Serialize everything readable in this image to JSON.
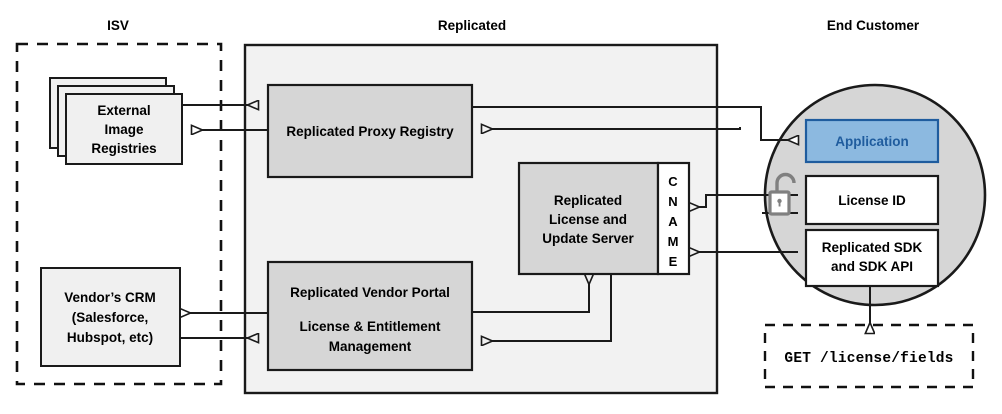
{
  "diagram": {
    "title_isv": "ISV",
    "title_replicated": "Replicated",
    "title_end_customer": "End Customer",
    "colors": {
      "group_fill": "#f2f2f2",
      "box_fill": "#d6d6d6",
      "light_box_fill": "#f0f0f0",
      "white_fill": "#ffffff",
      "circle_fill": "#d6d6d6",
      "app_fill": "#8cb9e0",
      "app_border": "#1f5c9e",
      "app_text": "#1f5c9e",
      "stroke": "#1a1a1a",
      "lock_color": "#808080"
    }
  },
  "isv": {
    "external_registries": {
      "line1": "External",
      "line2": "Image",
      "line3": "Registries"
    },
    "vendor_crm": {
      "line1": "Vendor’s CRM",
      "line2": "(Salesforce,",
      "line3": "Hubspot, etc)"
    }
  },
  "replicated": {
    "proxy_registry": {
      "label": "Replicated Proxy Registry"
    },
    "license_update_server": {
      "line1": "Replicated",
      "line2": "License and",
      "line3": "Update Server"
    },
    "cname": {
      "label": "CNAME",
      "letters": [
        "C",
        "N",
        "A",
        "M",
        "E"
      ]
    },
    "vendor_portal": {
      "line1": "Replicated Vendor Portal",
      "line2": "License & Entitlement",
      "line3": "Management"
    }
  },
  "end_customer": {
    "application": {
      "label": "Application"
    },
    "license_id": {
      "label": "License ID"
    },
    "sdk": {
      "line1": "Replicated SDK",
      "line2": "and SDK API"
    },
    "lock_icon": "unlocked-padlock-icon",
    "api_call": {
      "label": "GET /license/fields"
    }
  }
}
